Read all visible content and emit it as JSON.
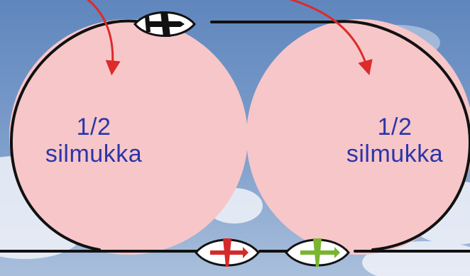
{
  "colors": {
    "sky": "#6f93c4",
    "loop_fill": "#f7c6c9",
    "outline": "#111111",
    "arrow": "#dd2a2a",
    "label": "#2a36a8",
    "plane_top": "#111111",
    "plane_bottom_left": "#d42a2a",
    "plane_bottom_right": "#79b52e"
  },
  "diagram": {
    "loops": [
      {
        "fraction": "1/2",
        "word": "silmukka"
      },
      {
        "fraction": "1/2",
        "word": "silmukka"
      }
    ],
    "icons": [
      "airplane-icon",
      "airplane-icon",
      "airplane-icon"
    ]
  }
}
